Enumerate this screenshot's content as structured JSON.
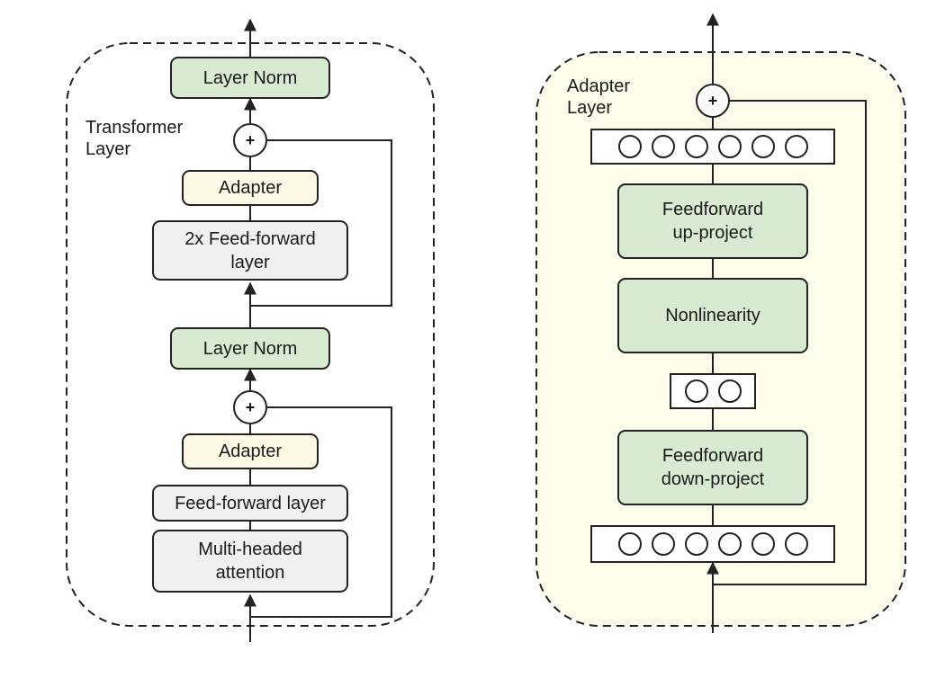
{
  "transformer_layer": {
    "title": "Transformer\nLayer",
    "top_layer_norm": "Layer Norm",
    "top_adapter": "Adapter",
    "feedforward_2x": "2x Feed-forward\nlayer",
    "mid_layer_norm": "Layer Norm",
    "bottom_adapter": "Adapter",
    "feedforward": "Feed-forward layer",
    "attention": "Multi-headed\nattention",
    "add_symbol": "+"
  },
  "adapter_layer": {
    "title": "Adapter\nLayer",
    "up_project": "Feedforward\nup-project",
    "nonlinearity": "Nonlinearity",
    "down_project": "Feedforward\ndown-project",
    "add_symbol": "+",
    "top_neuron_count": 6,
    "middle_neuron_count": 2,
    "bottom_neuron_count": 6
  },
  "colors": {
    "layer_norm_fill": "#d9ead3",
    "adapter_fill": "#fef9e5",
    "feedforward_fill": "#f0f0f0",
    "adapter_panel_fill": "#fdfbea",
    "line": "#222222"
  }
}
